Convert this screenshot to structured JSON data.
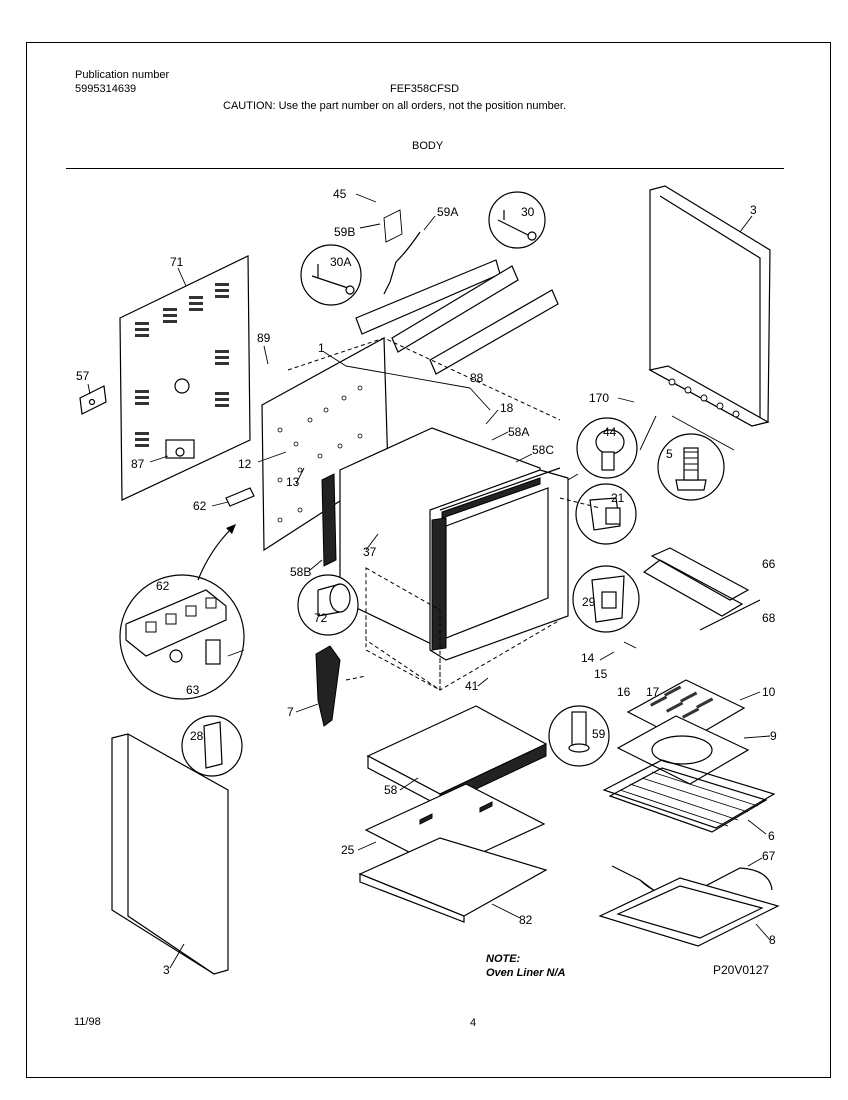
{
  "header": {
    "publication_label": "Publication number",
    "publication_number": "5995314639",
    "model": "FEF358CFSD",
    "caution": "CAUTION:  Use the part number on all orders, not the position number.",
    "section": "BODY"
  },
  "footer": {
    "date": "11/98",
    "page": "4",
    "diagram_code": "P20V0127",
    "note_title": "NOTE:",
    "note_text": "Oven Liner N/A"
  },
  "callouts": {
    "c45": "45",
    "c59b": "59B",
    "c59a": "59A",
    "c30": "30",
    "c30a": "30A",
    "c3_top": "3",
    "c71": "71",
    "c57": "57",
    "c87": "87",
    "c89": "89",
    "c1": "1",
    "c88": "88",
    "c170": "170",
    "c18": "18",
    "c58a": "58A",
    "c44": "44",
    "c58c": "58C",
    "c5": "5",
    "c12": "12",
    "c13": "13",
    "c62_a": "62",
    "c21": "21",
    "c62_b": "62",
    "c63": "63",
    "c37": "37",
    "c58b": "58B",
    "c72": "72",
    "c66": "66",
    "c68": "68",
    "c29": "29",
    "c14": "14",
    "c15": "15",
    "c16": "16",
    "c17": "17",
    "c41": "41",
    "c7": "7",
    "c10": "10",
    "c9": "9",
    "c59": "59",
    "c28": "28",
    "c58": "58",
    "c6": "6",
    "c25": "25",
    "c67": "67",
    "c82": "82",
    "c8": "8",
    "c3_bottom": "3"
  }
}
